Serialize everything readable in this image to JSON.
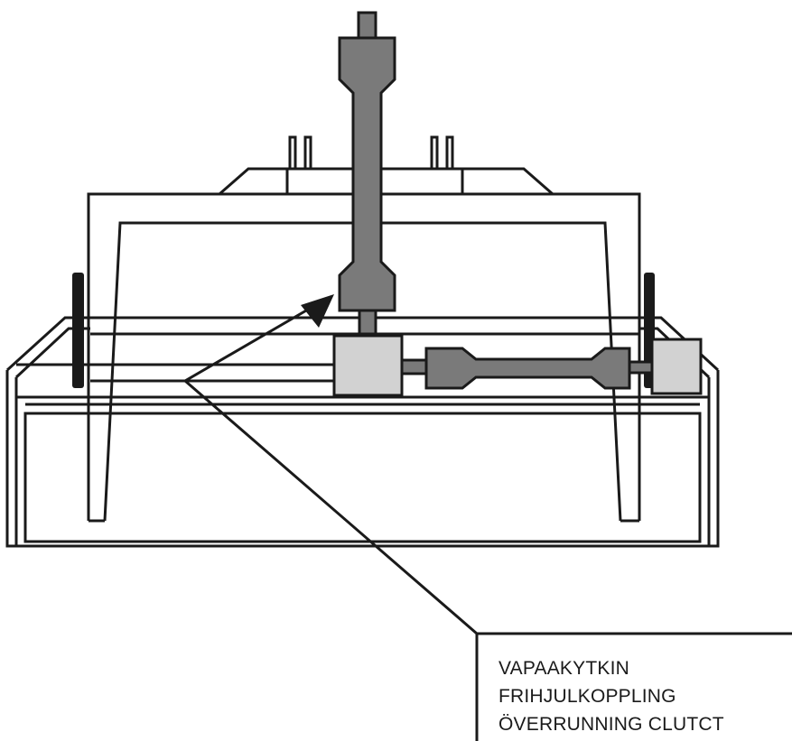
{
  "callout": {
    "lines": [
      "VAPAAKYTKIN",
      "FRIHJULKOPPLING",
      "ÖVERRUNNING CLUTCT"
    ]
  },
  "colors": {
    "outline": "#1a1a1a",
    "shaft_fill": "#7a7a7a",
    "housing_fill": "#d2d2d2",
    "background": "#ffffff"
  }
}
